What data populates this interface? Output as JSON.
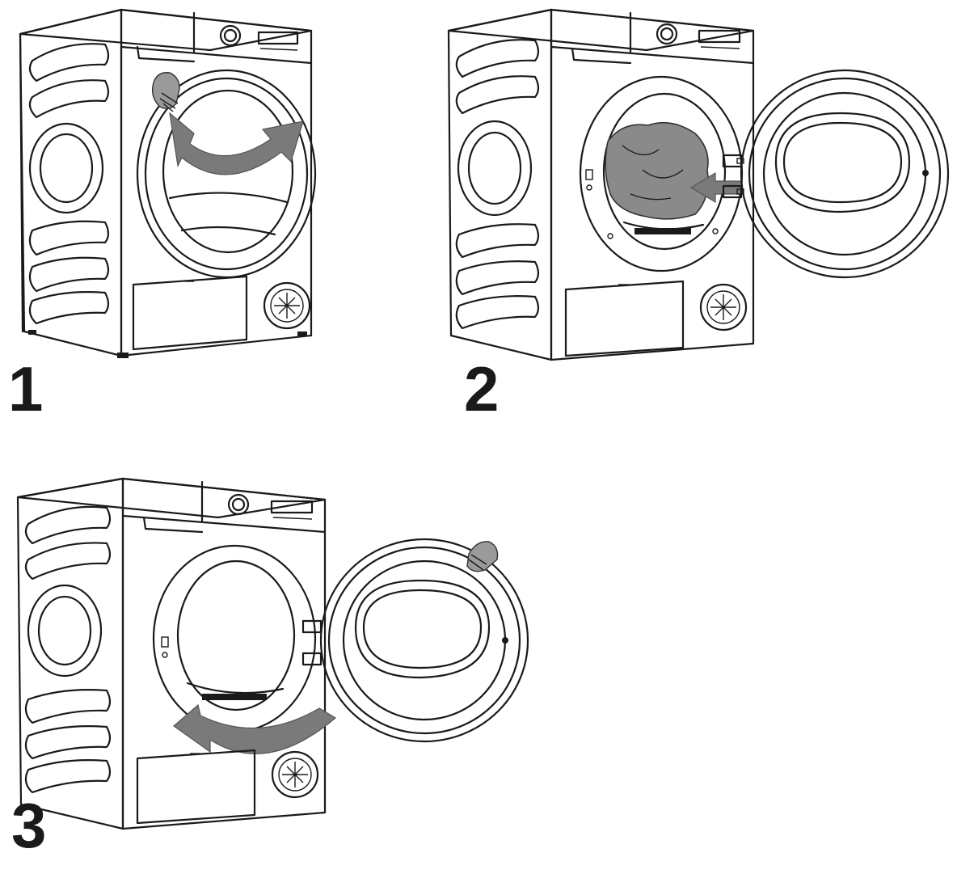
{
  "steps": [
    {
      "number": "1",
      "icon": "dryer-door-closed-open-arrow"
    },
    {
      "number": "2",
      "icon": "dryer-door-open-load-laundry"
    },
    {
      "number": "3",
      "icon": "dryer-door-close-arrow"
    }
  ],
  "colors": {
    "line": "#1a1a1a",
    "arrow": "#7a7a7a",
    "laundry": "#8a8a8a",
    "hand": "#9a9a9a",
    "background": "#ffffff"
  }
}
